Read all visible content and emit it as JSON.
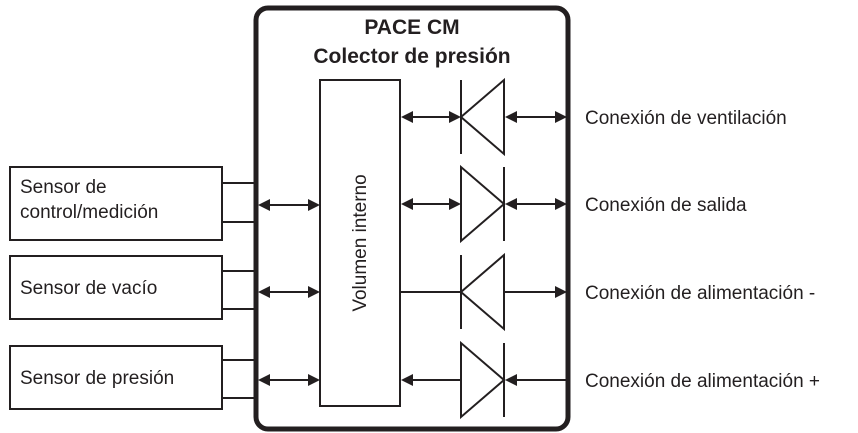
{
  "manifold": {
    "title": "PACE CM",
    "subtitle": "Colector de presión",
    "internal_volume": "Volumen interno"
  },
  "sensors": [
    {
      "label_line1": "Sensor de",
      "label_line2": "control/medición"
    },
    {
      "label": "Sensor de vacío"
    },
    {
      "label": "Sensor de presión"
    }
  ],
  "ports": [
    {
      "label": "Conexión de ventilación",
      "valve": "left",
      "flow": "bidirectional"
    },
    {
      "label": "Conexión de salida",
      "valve": "right",
      "flow": "bidirectional"
    },
    {
      "label": "Conexión de alimentación -",
      "valve": "left",
      "flow": "outward"
    },
    {
      "label": "Conexión de alimentación +",
      "valve": "right",
      "flow": "inward"
    }
  ],
  "colors": {
    "line": "#231f20",
    "background": "#ffffff"
  }
}
